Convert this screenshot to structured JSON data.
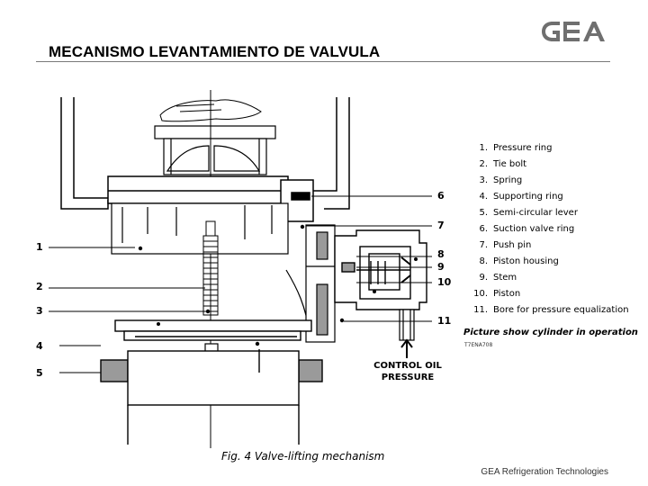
{
  "page": {
    "title": "MECANISMO LEVANTAMIENTO DE VALVULA",
    "logo_text": "GEA",
    "footer": "GEA Refrigeration Technologies"
  },
  "diagram": {
    "left_labels": [
      "1",
      "2",
      "3",
      "4",
      "5"
    ],
    "right_labels": [
      "6",
      "7",
      "8",
      "9",
      "10",
      "11"
    ],
    "control_line1": "CONTROL OIL",
    "control_line2": "PRESSURE",
    "operation_caption": "Picture show cylinder in operation",
    "drawing_code": "T7ENA708",
    "figure_caption": "Fig. 4   Valve-lifting mechanism",
    "legend": [
      {
        "num": "1.",
        "text": "Pressure ring"
      },
      {
        "num": "2.",
        "text": "Tie bolt"
      },
      {
        "num": "3.",
        "text": "Spring"
      },
      {
        "num": "4.",
        "text": "Supporting ring"
      },
      {
        "num": "5.",
        "text": "Semi-circular lever"
      },
      {
        "num": "6.",
        "text": "Suction valve ring"
      },
      {
        "num": "7.",
        "text": "Push pin"
      },
      {
        "num": "8.",
        "text": "Piston housing"
      },
      {
        "num": "9.",
        "text": "Stem"
      },
      {
        "num": "10.",
        "text": "Piston"
      },
      {
        "num": "11.",
        "text": "Bore for pressure equalization"
      }
    ]
  },
  "colors": {
    "line": "#000000",
    "hatch": "#8c8c8c",
    "rule": "#7a7a7a"
  }
}
